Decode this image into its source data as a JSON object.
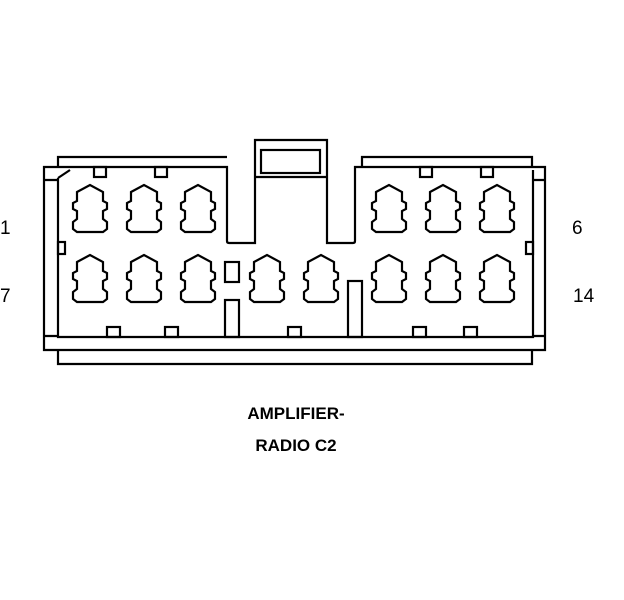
{
  "connector": {
    "pin_labels": {
      "top_left": "1",
      "top_right": "6",
      "bottom_left": "7",
      "bottom_right": "14"
    },
    "caption_line1": "AMPLIFIER-",
    "caption_line2": "RADIO C2",
    "top_row_cavities": 6,
    "bottom_row_cavities": 8,
    "line_color": "#000000",
    "background_color": "#ffffff"
  }
}
